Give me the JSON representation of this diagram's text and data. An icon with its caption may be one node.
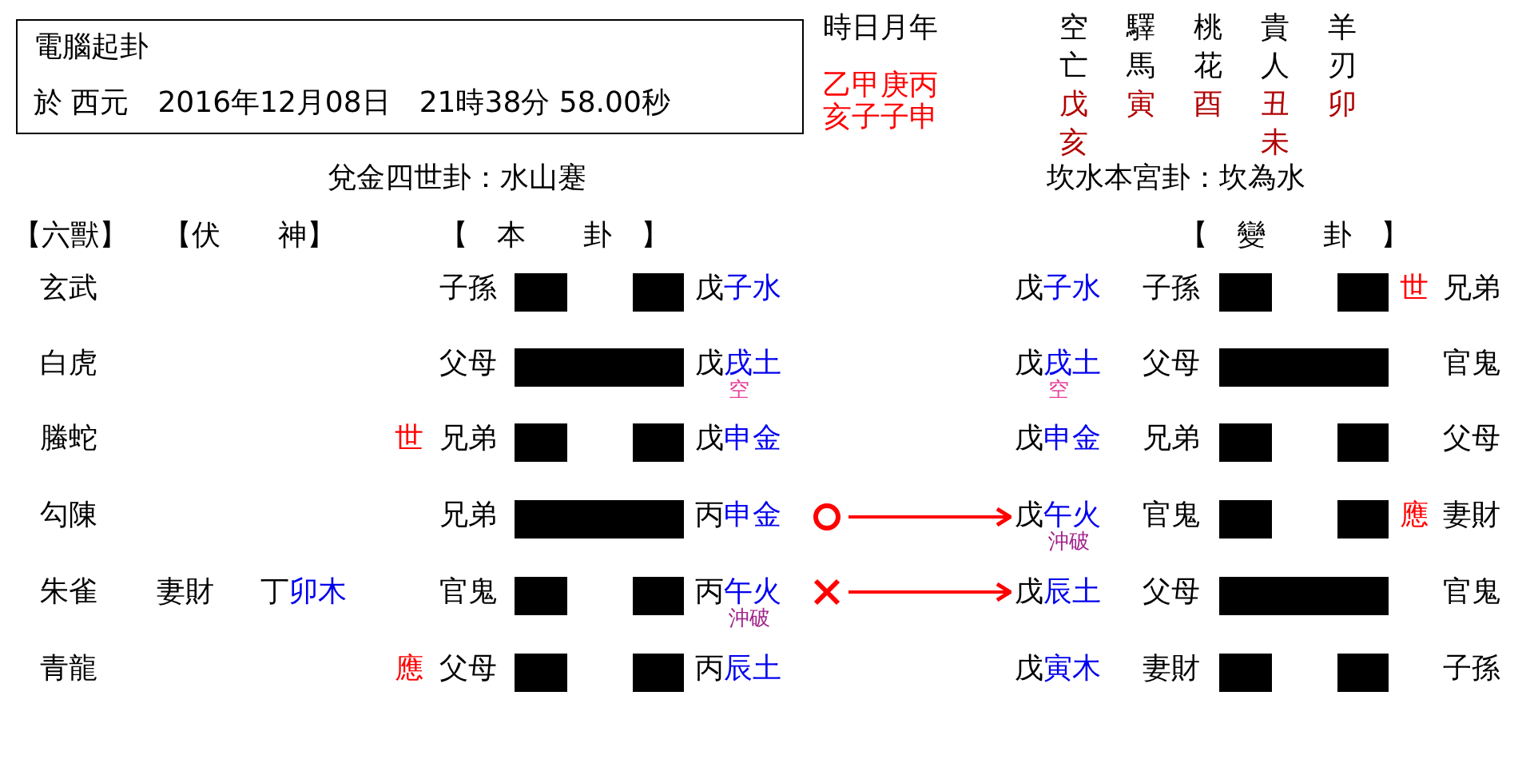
{
  "diagram": {
    "nodes": [
      {
        "text": [
          "電腦起卦",
          "於 西元　2016年12月08日　21時38分 58.00秒"
        ]
      },
      {
        "text": [],
        "shape": "circle"
      },
      {
        "text": [
          "戊午火"
        ],
        "beside": [
          "沖破"
        ]
      },
      {
        "text": [],
        "shape": "cross"
      },
      {
        "text": [
          "戊辰土"
        ]
      }
    ],
    "edges": [
      {
        "from": 1,
        "to": 2,
        "arrow": "to"
      },
      {
        "from": 3,
        "to": 4,
        "arrow": "to"
      }
    ],
    "labels": [
      "時日月年",
      "空亡",
      "驛馬",
      "桃花",
      "貴人",
      "羊刃",
      "乙甲庚丙",
      "亥子子申",
      "戊亥",
      "寅",
      "酉",
      "丑未",
      "卯",
      "兌金四世卦：水山蹇",
      "坎水本宮卦：坎為水",
      "【六獸】",
      "【伏　　神】",
      "【　本　　卦　】",
      "【　變　　卦　】",
      "玄武",
      "子孫",
      "戊子水",
      "戊子水",
      "子孫",
      "世",
      "兄弟",
      "白虎",
      "父母",
      "戊戌土",
      "空",
      "戊戌土",
      "空",
      "父母",
      "官鬼",
      "螣蛇",
      "世",
      "兄弟",
      "戊申金",
      "戊申金",
      "兄弟",
      "父母",
      "勾陳",
      "兄弟",
      "丙申金",
      "官鬼",
      "應",
      "妻財",
      "朱雀",
      "妻財",
      "丁卯木",
      "官鬼",
      "丙午火",
      "沖破",
      "父母",
      "官鬼",
      "青龍",
      "應",
      "父母",
      "丙辰土",
      "戊寅木",
      "妻財",
      "子孫"
    ]
  }
}
